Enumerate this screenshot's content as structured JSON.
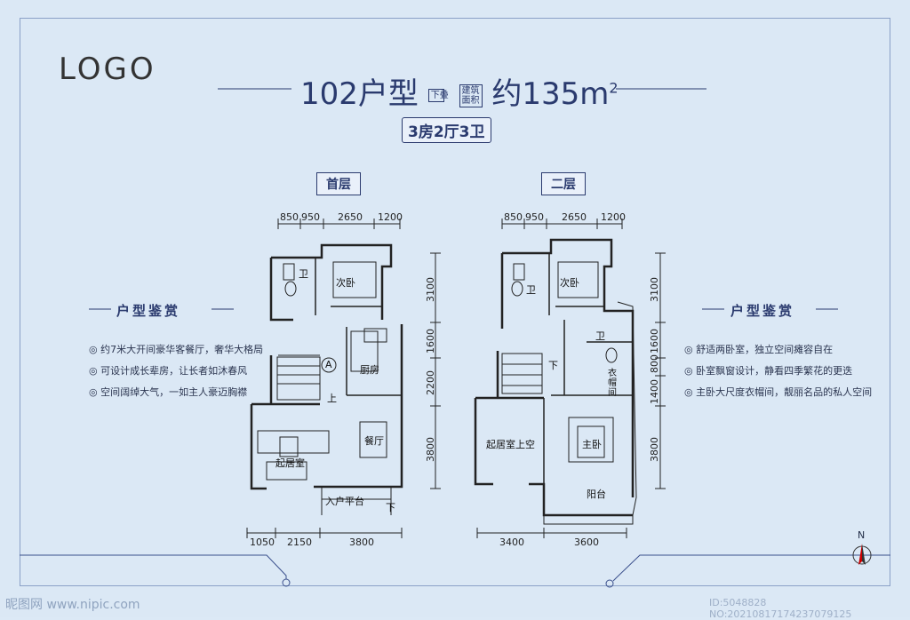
{
  "logo": "LOGO",
  "header": {
    "unit": "102户型",
    "tag1": "下叠",
    "tag2a": "建筑",
    "tag2b": "面积",
    "area": "约135m",
    "area_sup": "2",
    "rooms": "3房2厅3卫"
  },
  "floors": {
    "first": "首层",
    "second": "二层"
  },
  "features_title": "户型鉴赏",
  "features_left": [
    "约7米大开间豪华客餐厅，奢华大格局",
    "可设计成长辈房，让长者如沐春风",
    "空间阔绰大气，一如主人豪迈胸襟"
  ],
  "features_right": [
    "舒适两卧室，独立空间瘫容自在",
    "卧室飘窗设计，静看四季繁花的更迭",
    "主卧大尺度衣帽间，靓丽名品的私人空间"
  ],
  "dims_top": [
    "850",
    "950",
    "2650",
    "1200"
  ],
  "dims_left_v": [
    "3100",
    "1600",
    "2200",
    "3800"
  ],
  "dims_right_v": [
    "3100",
    "1600",
    "800",
    "1400",
    "3800"
  ],
  "dims_bottom_1": [
    "1050",
    "2150",
    "3800"
  ],
  "dims_bottom_2": [
    "3400",
    "3600"
  ],
  "rooms_first": {
    "bath": "卫",
    "bed2": "次卧",
    "kitchen": "厨房",
    "dining": "餐厅",
    "living": "起居室",
    "entry": "入户平台",
    "up": "上",
    "down": "下",
    "axis": "A"
  },
  "rooms_second": {
    "bath1": "卫",
    "bed2": "次卧",
    "bath2": "卫",
    "closet": "衣帽间",
    "master": "主卧",
    "void": "起居室上空",
    "balcony": "阳台",
    "down": "下"
  },
  "north": "N",
  "watermark": {
    "left": "昵图网 www.nipic.com",
    "right": "ID:5048828 NO:20210817174237079125"
  },
  "colors": {
    "accent": "#2a3a6e",
    "background": "#dbe8f5"
  }
}
